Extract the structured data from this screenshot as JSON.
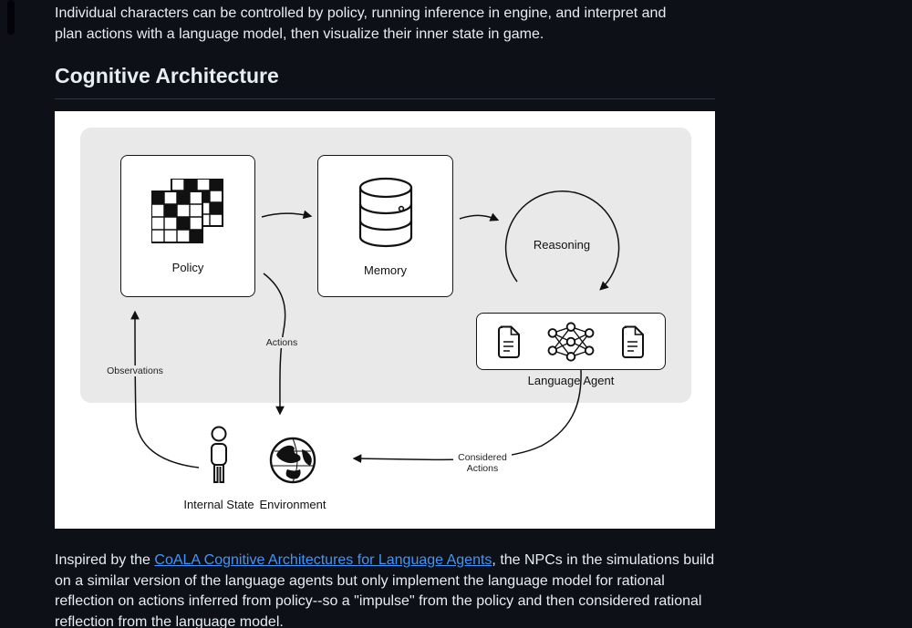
{
  "page": {
    "intro": "Individual characters can be controlled by policy, running inference in engine, and interpret and plan actions with a language model, then visualize their inner state in game.",
    "heading": "Cognitive Architecture",
    "outro_before": "Inspired by the ",
    "link_text": "CoALA Cognitive Architectures for Language Agents",
    "outro_after": ", the NPCs in the simulations build on a similar version of the language agents but only implement the language model for rational reflection on actions inferred from policy--so a \"impulse\" from the policy and then considered rational reflection from the language model."
  },
  "diagram": {
    "nodes": {
      "policy": "Policy",
      "memory": "Memory",
      "reasoning": "Reasoning",
      "language_agent": "Language Agent",
      "internal_state": "Internal State",
      "environment": "Environment"
    },
    "edge_labels": {
      "observations": "Observations",
      "actions": "Actions",
      "considered_actions": "Considered\nActions"
    },
    "colors": {
      "canvas_bg": "#ffffff",
      "agent_boundary_bg": "#e9e9e9",
      "stroke": "#111111"
    }
  },
  "theme": {
    "background": "#0d1117",
    "text": "#e6edf3",
    "link": "#4493f8",
    "heading_rule": "#30363d"
  }
}
